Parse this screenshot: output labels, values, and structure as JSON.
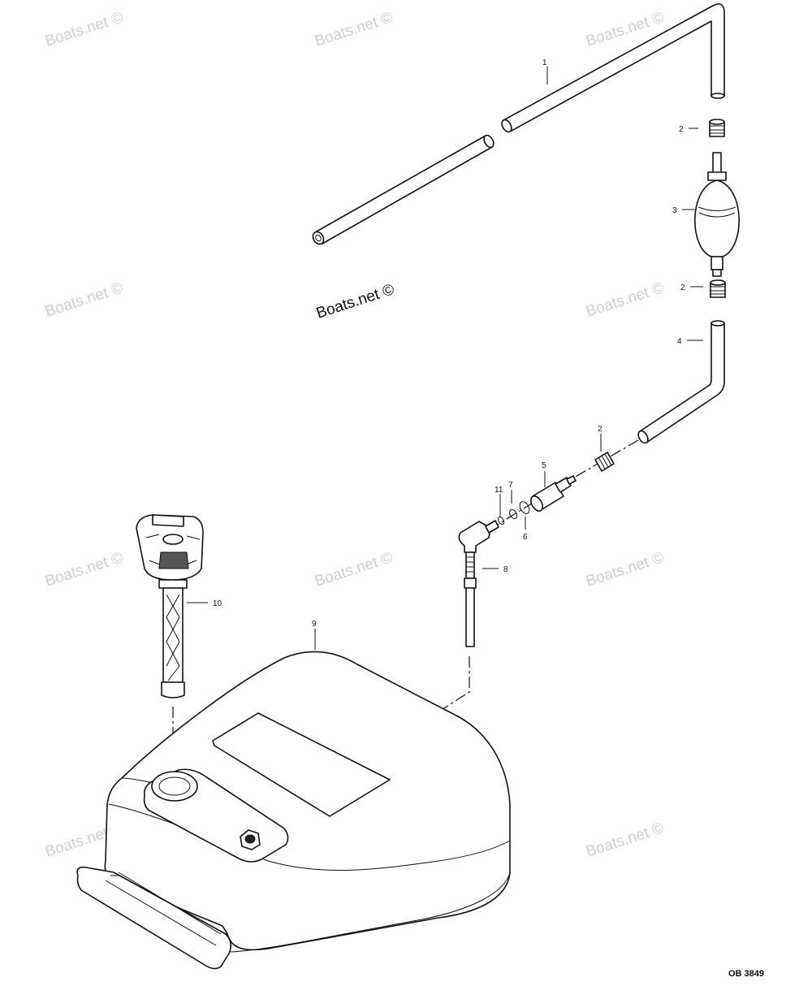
{
  "watermark": "Boats.net ©",
  "drawing_number": "OB 3849",
  "callouts": {
    "c1": "1",
    "c2a": "2",
    "c3": "3",
    "c2b": "2",
    "c4": "4",
    "c2c": "2",
    "c5": "5",
    "c7": "7",
    "c11": "11",
    "c6": "6",
    "c8": "8",
    "c9": "9",
    "c10": "10"
  }
}
